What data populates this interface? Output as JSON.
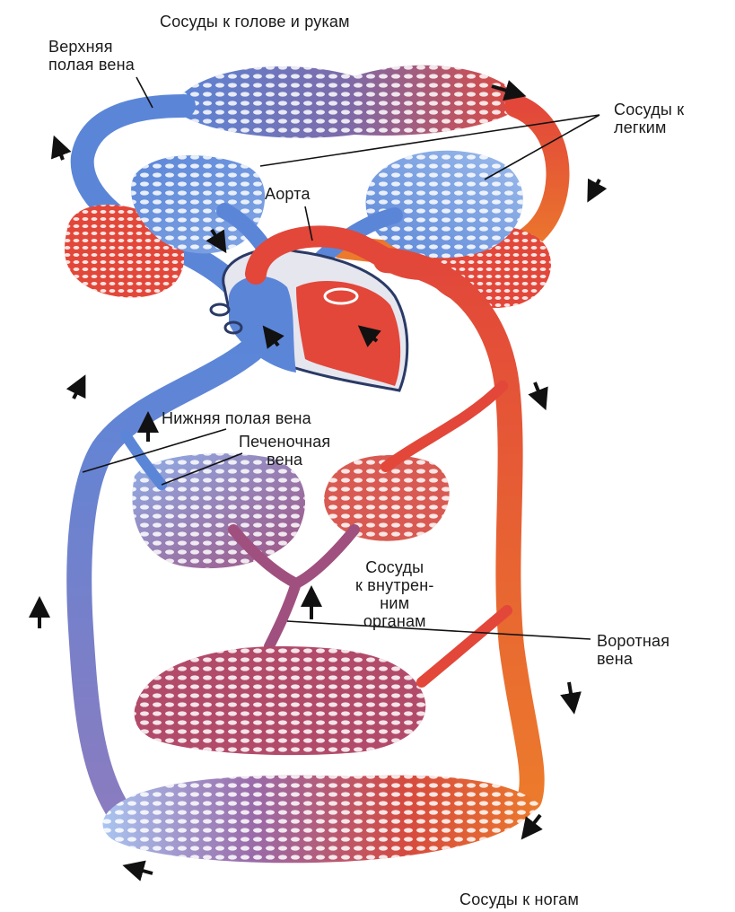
{
  "labels": {
    "head_arms": "Сосуды к голове и рукам",
    "svc_line1": "Верхняя",
    "svc_line2": "полая вена",
    "lungs_line1": "Сосуды к",
    "lungs_line2": "легким",
    "aorta": "Аорта",
    "ivc": "Нижняя полая вена",
    "hepatic_line1": "Печеночная",
    "hepatic_line2": "вена",
    "organs_line1": "Сосуды",
    "organs_line2": "к внутрен-",
    "organs_line3": "ним",
    "organs_line4": "органам",
    "portal_line1": "Воротная",
    "portal_line2": "вена",
    "legs": "Сосуды к ногам"
  },
  "colors": {
    "venous_blue": "#5b86d8",
    "arterial_red": "#e2473a",
    "mixed_purple": "#a0507e",
    "orange_artery": "#ec7a2c"
  }
}
